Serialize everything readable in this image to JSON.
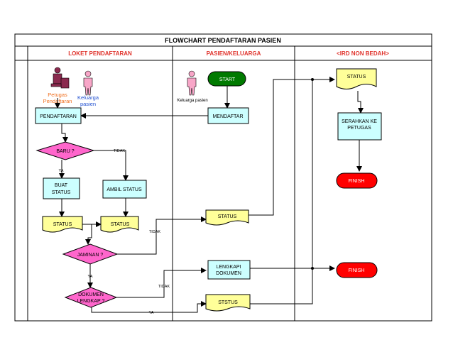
{
  "title": "FLOWCHART PENDAFTARAN PASIEN",
  "lanes": {
    "loket": "LOKET PENDAFTARAN",
    "pasien": "PASIEN/KELUARGA",
    "ird": "<IRD NON BEDAH>"
  },
  "actors": {
    "petugas": [
      "Petugas",
      "Pendaftaran"
    ],
    "keluarga": [
      "Keluarga",
      "pasien"
    ],
    "keluarga_pasien": "Keluarga pasien"
  },
  "nodes": {
    "start": "START",
    "mendaftar": "MENDAFTAR",
    "pendaftaran": "PENDAFTARAN",
    "baru": "BARU ?",
    "buat_status": [
      "BUAT",
      "STATUS"
    ],
    "ambil_status": "AMBIL STATUS",
    "status_left": "STATUS",
    "status_mid": "STATUS",
    "status_pasien": "STATUS",
    "jaminan": "JAMINAN ?",
    "dokumen": [
      "DOKUMEN",
      "LENGKAP ?"
    ],
    "lengkapi": [
      "LENGKAPI",
      "DOKUMEN"
    ],
    "ststus": "STSTUS",
    "status_ird": "STATUS",
    "serahkan": [
      "SERAHKAN KE",
      "PETUGAS"
    ],
    "finish_top": "FINISH",
    "finish_bottom": "FINISH"
  },
  "labels": {
    "tidak_baru": "TIDAK",
    "ya_baru": "YA",
    "tidak_jaminan": "TIDAK",
    "ya_jaminan": "YA",
    "tidak_dokumen": "TIDAK",
    "ya_dokumen": "YA"
  },
  "colors": {
    "title_red": "#e0332c",
    "process_fill": "#ccffff",
    "document_fill": "#ffff99",
    "decision_fill": "#ff66cc",
    "start_fill": "#007a00",
    "finish_fill": "#ff0000",
    "petugas_color": "#f07020",
    "keluarga_color": "#1f4fd0",
    "actor_pink": "#f8a6c8"
  }
}
